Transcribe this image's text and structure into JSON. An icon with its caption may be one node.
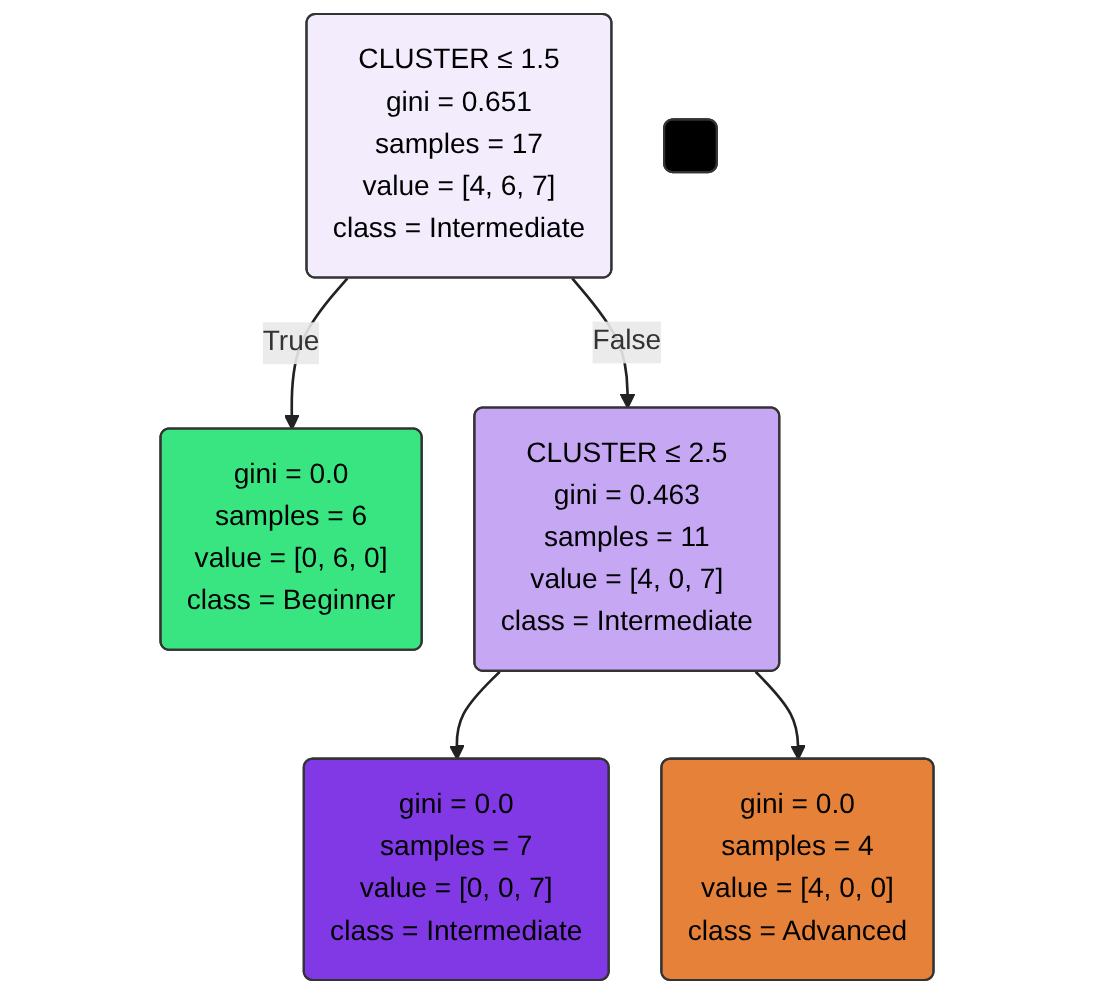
{
  "diagram": {
    "nodes": [
      {
        "text": [
          "CLUSTER ≤ 1.5",
          "gini = 0.651",
          "samples = 17",
          "value = [4, 6, 7]",
          "class = Intermediate"
        ]
      },
      {
        "text": [],
        "shape": "box"
      },
      {
        "text": [
          "gini = 0.0",
          "samples = 6",
          "value = [0, 6, 0]",
          "class = Beginner"
        ]
      },
      {
        "text": [
          "CLUSTER ≤ 2.5",
          "gini = 0.463",
          "samples = 11",
          "value = [4, 0, 7]",
          "class = Intermediate"
        ]
      },
      {
        "text": [
          "gini = 0.0",
          "samples = 7",
          "value = [0, 0, 7]",
          "class = Intermediate"
        ]
      },
      {
        "text": [
          "gini = 0.0",
          "samples = 4",
          "value = [4, 0, 0]",
          "class = Advanced"
        ]
      }
    ],
    "edges": [
      {
        "from": 0,
        "to": 2,
        "arrow": "to",
        "label": "True"
      },
      {
        "from": 0,
        "to": 3,
        "arrow": "to",
        "label": "False"
      },
      {
        "from": 3,
        "to": 4,
        "arrow": "to"
      },
      {
        "from": 3,
        "to": 5,
        "arrow": "to"
      }
    ]
  }
}
